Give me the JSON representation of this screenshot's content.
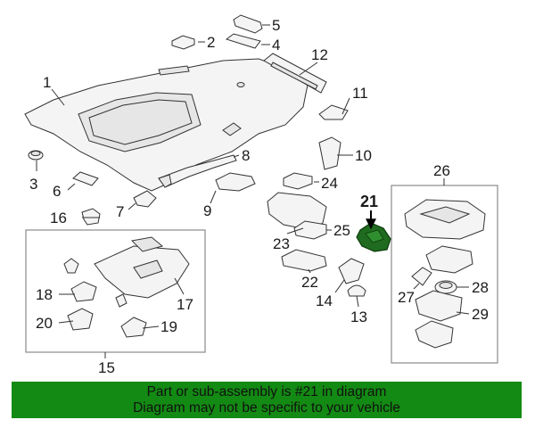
{
  "callouts": [
    "1",
    "2",
    "3",
    "4",
    "5",
    "6",
    "7",
    "8",
    "9",
    "10",
    "11",
    "12",
    "13",
    "14",
    "15",
    "16",
    "17",
    "18",
    "19",
    "20",
    "21",
    "22",
    "23",
    "24",
    "25",
    "26",
    "27",
    "28",
    "29"
  ],
  "banner": {
    "line1": "Part or sub-assembly is #21 in diagram",
    "line2": "Diagram may not be specific to your vehicle"
  },
  "colors": {
    "banner": "#138a13",
    "highlight": "#1f6b1f"
  }
}
